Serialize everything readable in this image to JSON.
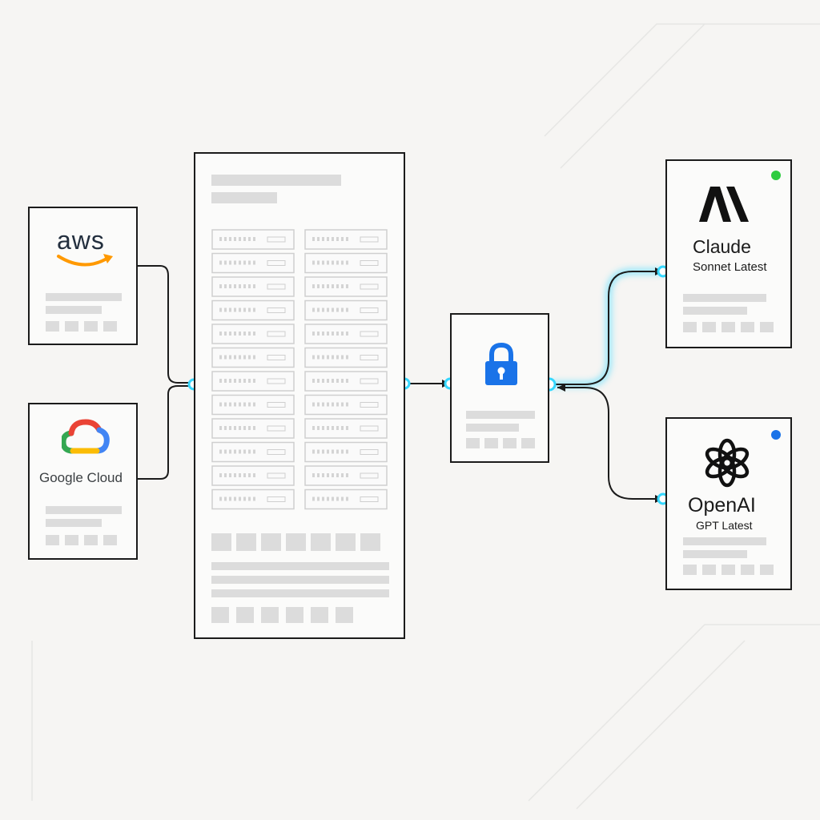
{
  "providers_in": [
    {
      "name": "aws",
      "icon": "aws-logo-icon"
    },
    {
      "name": "Google Cloud",
      "icon": "google-cloud-logo-icon"
    }
  ],
  "gateway": {
    "icon": "server-rack-icon"
  },
  "security": {
    "icon": "lock-icon",
    "color": "#1a73e8"
  },
  "models": [
    {
      "brand": "Claude",
      "model": "Sonnet Latest",
      "icon": "anthropic-logo-icon",
      "status_color": "#2ecc40"
    },
    {
      "brand": "OpenAI",
      "model": "GPT Latest",
      "icon": "openai-logo-icon",
      "status_color": "#1a73e8"
    }
  ],
  "colors": {
    "connector_glow": "#35d7ff",
    "aws_smile": "#ff9900"
  }
}
